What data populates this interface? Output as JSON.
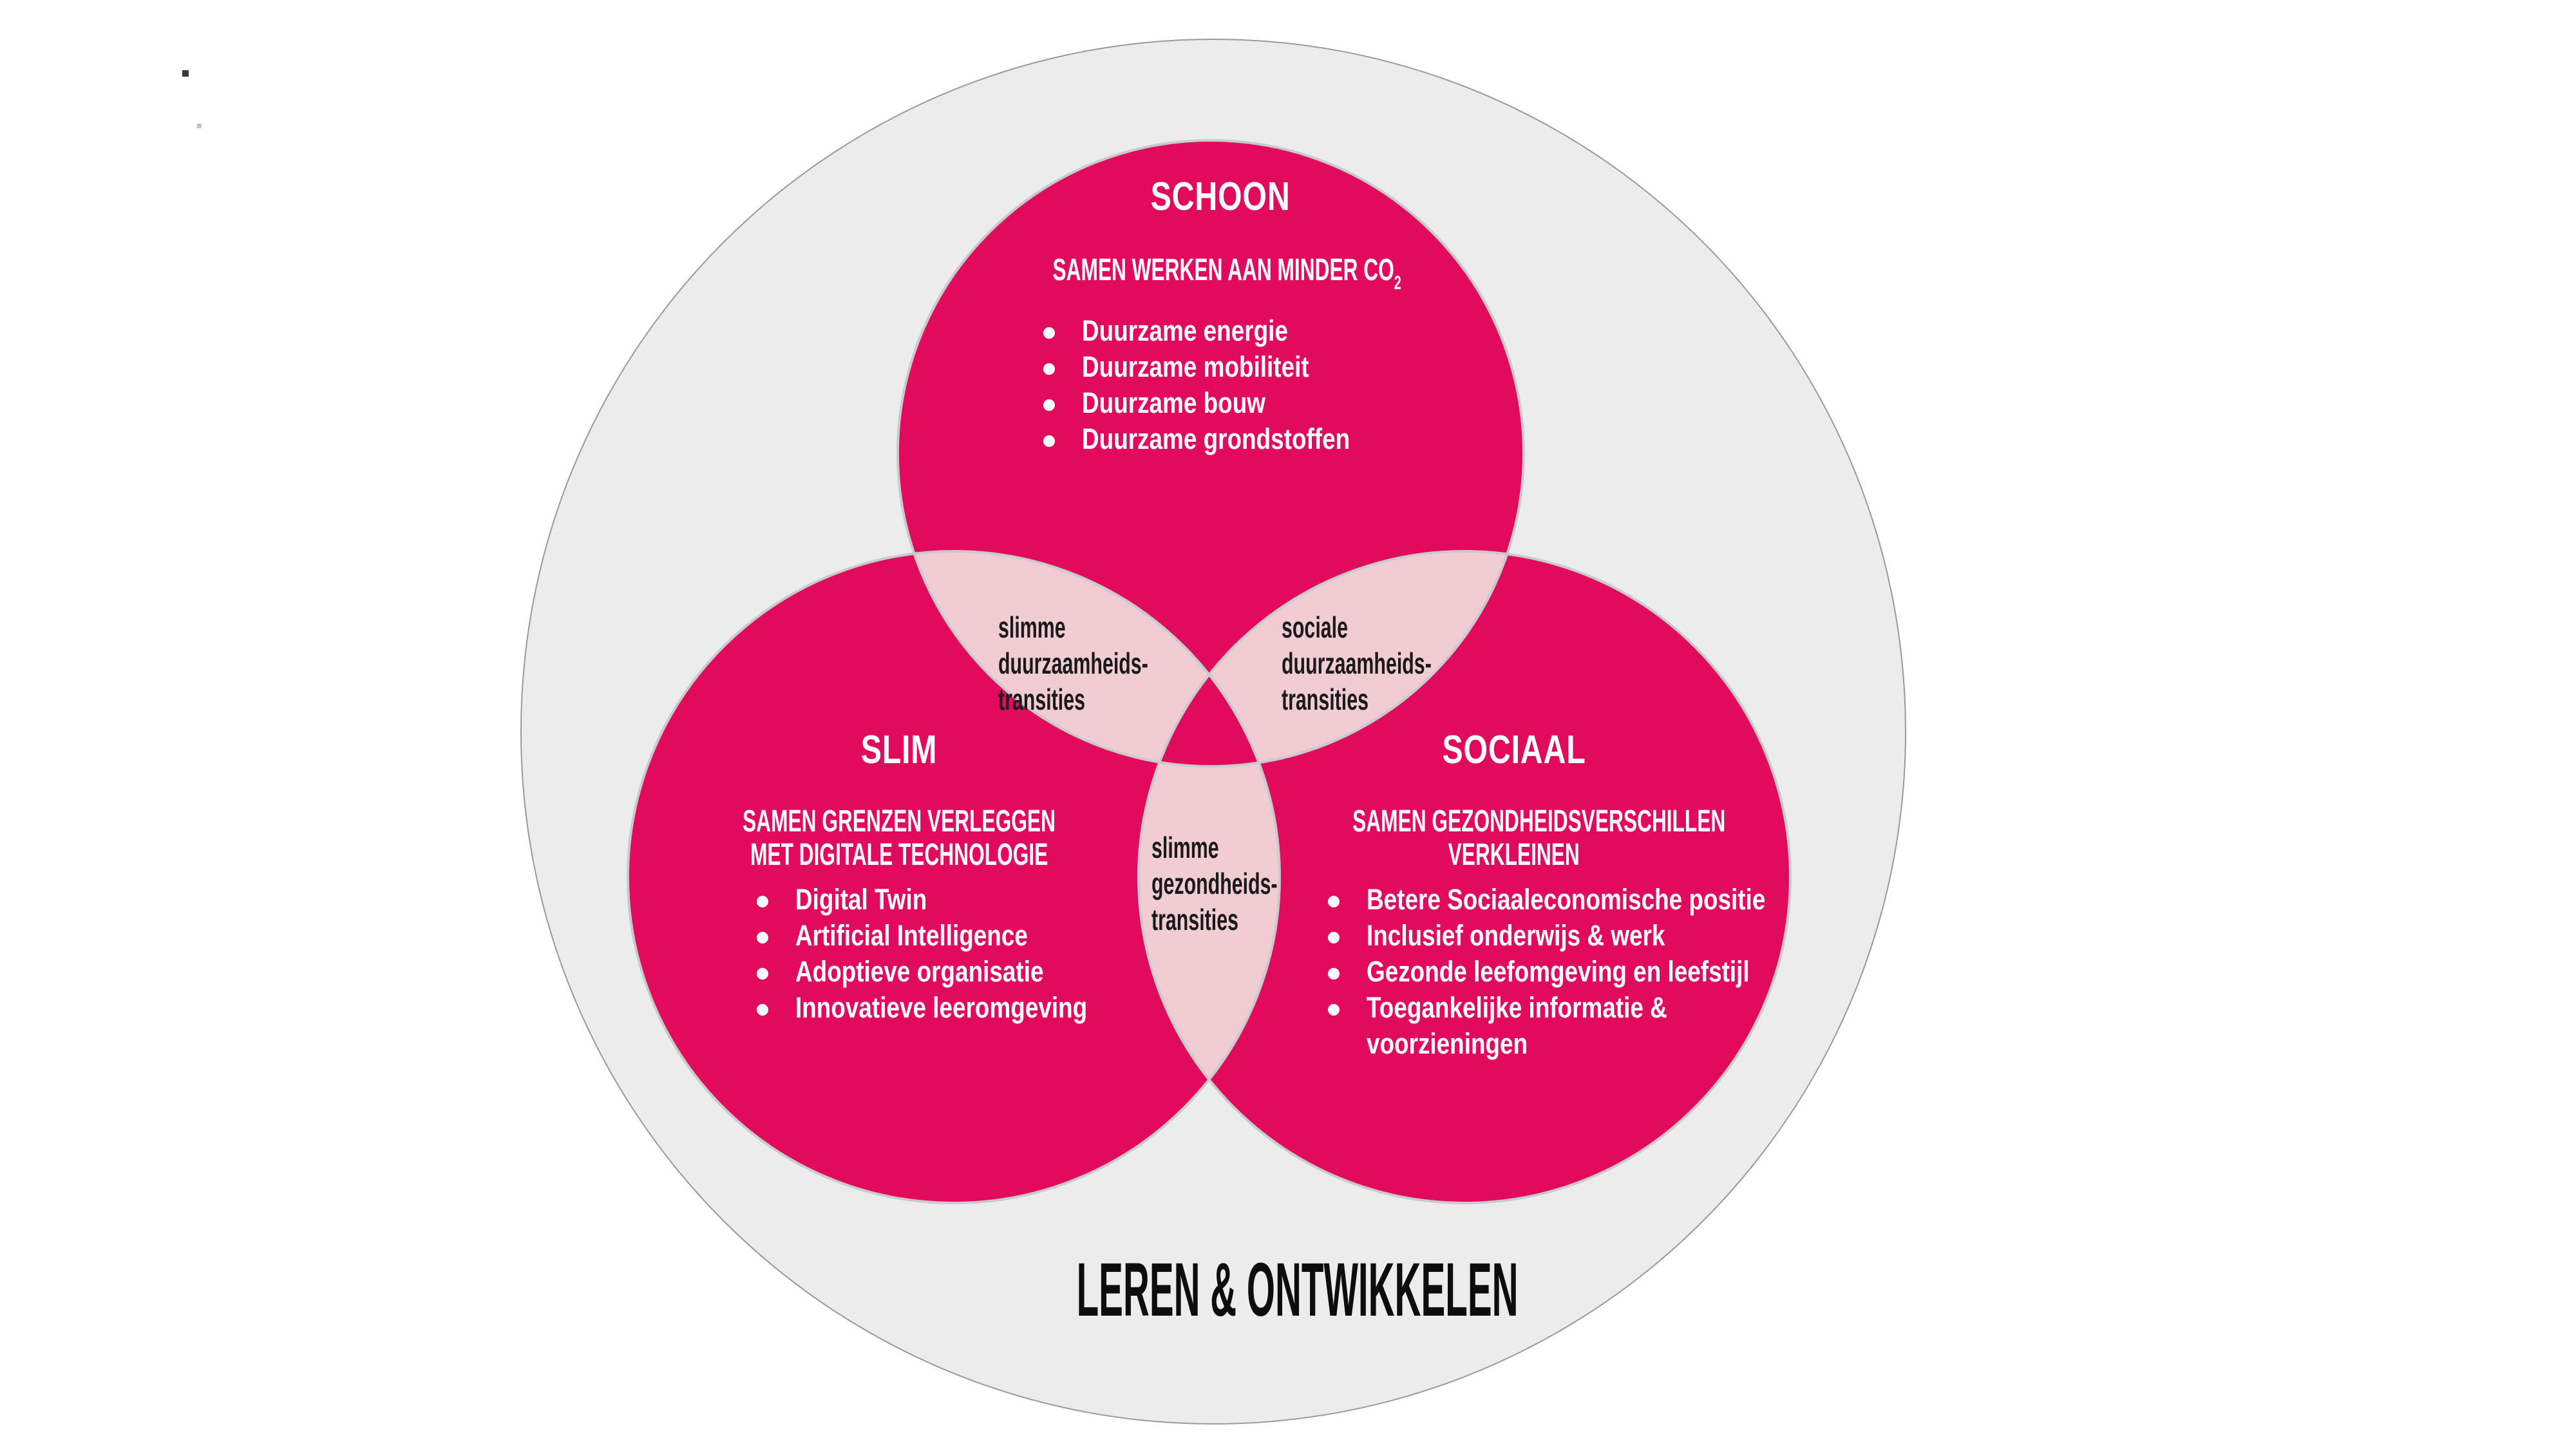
{
  "diagram": {
    "outer_label": "LEREN & ONTWIKKELEN",
    "circles": {
      "schoon": {
        "title": "SCHOON",
        "subtitle": "SAMEN WERKEN AAN MINDER CO",
        "subtitle_subscript": "2",
        "bullets": [
          "Duurzame energie",
          "Duurzame mobiliteit",
          "Duurzame bouw",
          "Duurzame grondstoffen"
        ]
      },
      "slim": {
        "title": "SLIM",
        "subtitle_line1": "SAMEN GRENZEN VERLEGGEN",
        "subtitle_line2": "MET DIGITALE TECHNOLOGIE",
        "bullets": [
          "Digital Twin",
          "Artificial Intelligence",
          "Adoptieve organisatie",
          "Innovatieve leeromgeving"
        ]
      },
      "sociaal": {
        "title": "SOCIAAL",
        "subtitle_line1": "SAMEN GEZONDHEIDSVERSCHILLEN",
        "subtitle_line2": "VERKLEINEN",
        "bullets": [
          "Betere Sociaaleconomische positie",
          "Inclusief onderwijs & werk",
          "Gezonde leefomgeving en leefstijl",
          "Toegankelijke informatie & voorzieningen"
        ]
      }
    },
    "intersections": {
      "schoon_slim": {
        "line1": "slimme",
        "line2": "duurzaamheids-",
        "line3": "transities"
      },
      "schoon_sociaal": {
        "line1": "sociale",
        "line2": "duurzaamheids-",
        "line3": "transities"
      },
      "slim_sociaal": {
        "line1": "slimme",
        "line2": "gezondheids-",
        "line3": "transities"
      }
    },
    "colors": {
      "circle_pink": "#E10A5C",
      "overlap_pink": "#F1CCD2",
      "outer_gray": "#EDECEC",
      "circle_outline": "#C8CBCC",
      "outer_outline": "#9A9A9A",
      "text_white": "#FFFFFF",
      "text_black": "#1A1A1A"
    }
  }
}
